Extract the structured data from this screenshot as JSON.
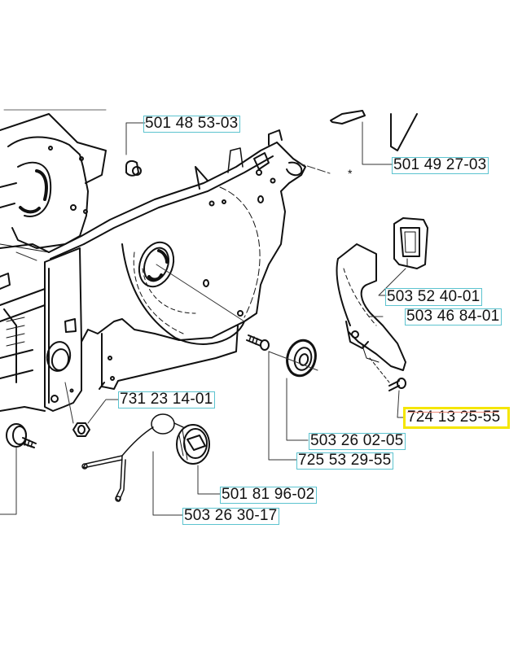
{
  "diagram": {
    "type": "exploded parts diagram",
    "subject": "crankcase / chain side housing assembly",
    "colors": {
      "line": "#111111",
      "label_box": "#5cc3cf",
      "highlight_box": "#f5e600",
      "background": "#ffffff"
    },
    "parts": [
      {
        "id": "p1",
        "number": "501 48 53-03",
        "component": "rubber buffer"
      },
      {
        "id": "p2",
        "number": "501 49 27-03",
        "component": "cover plate"
      },
      {
        "id": "p3",
        "number": "503 52 40-01",
        "component": "rubber sleeve"
      },
      {
        "id": "p4",
        "number": "503 46 84-01",
        "component": "chain guide"
      },
      {
        "id": "p5",
        "number": "724 13 25-55",
        "component": "screw",
        "highlighted": true
      },
      {
        "id": "p6",
        "number": "731 23 14-01",
        "component": "nut"
      },
      {
        "id": "p7",
        "number": "503 26 02-05",
        "component": "seal ring"
      },
      {
        "id": "p8",
        "number": "725 53 29-55",
        "component": "screw"
      },
      {
        "id": "p9",
        "number": "501 81 96-02",
        "component": "oil cap"
      },
      {
        "id": "p10",
        "number": "503 26 30-17",
        "component": "cap strap"
      }
    ],
    "annotations": {
      "asterisk": "*"
    }
  }
}
